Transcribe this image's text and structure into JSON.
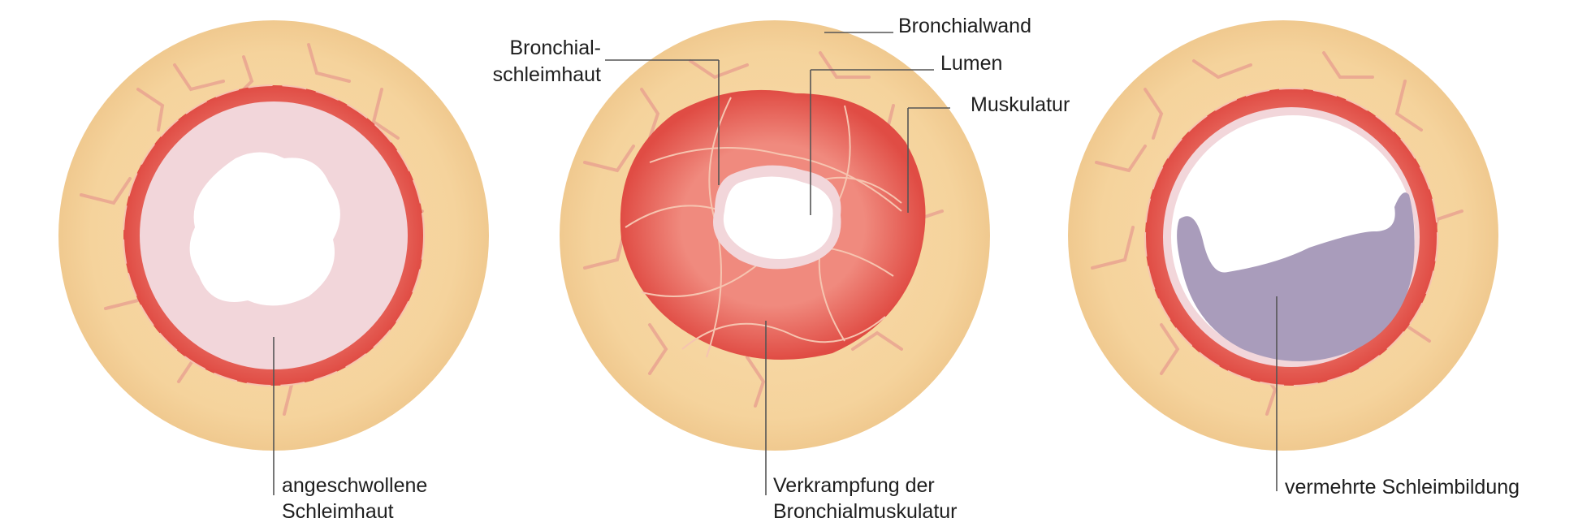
{
  "panels": [
    {
      "id": "swollen-mucosa",
      "caption_lines": [
        "angeschwollene",
        "Schleimhaut"
      ]
    },
    {
      "id": "muscle-spasm",
      "caption_lines": [
        "Verkrampfung der",
        "Bronchialmuskulatur"
      ]
    },
    {
      "id": "mucus",
      "caption_lines": [
        "vermehrte Schleimbildung"
      ]
    }
  ],
  "labels": {
    "bronchial_mucosa": [
      "Bronchial-",
      "schleimhaut"
    ],
    "bronchial_wall": "Bronchialwand",
    "lumen": "Lumen",
    "musculature": "Muskulatur"
  },
  "colors": {
    "wall": "#f6d7a4",
    "muscle": "#e8584e",
    "mucosa": "#f2d6da",
    "mucus": "#a99cbb",
    "vessel": "#e8a090"
  }
}
